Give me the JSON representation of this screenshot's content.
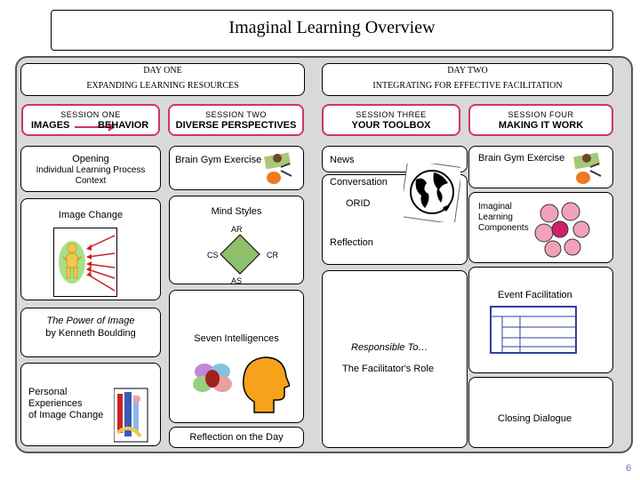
{
  "title": "Imaginal Learning Overview",
  "day_one": {
    "label": "DAY ONE",
    "subtitle": "EXPANDING LEARNING RESOURCES"
  },
  "day_two": {
    "label": "DAY TWO",
    "subtitle": "INTEGRATING FOR EFFECTIVE FACILITATION"
  },
  "sessions": [
    {
      "label": "SESSION ONE",
      "title_left": "IMAGES",
      "title_right": "BEHAVIOR"
    },
    {
      "label": "SESSION TWO",
      "title": "DIVERSE PERSPECTIVES"
    },
    {
      "label": "SESSION THREE",
      "title": "YOUR TOOLBOX"
    },
    {
      "label": "SESSION FOUR",
      "title": "MAKING IT WORK"
    }
  ],
  "col1": {
    "opening": {
      "line1": "Opening",
      "line2": "Individual Learning Process",
      "line3": "Context"
    },
    "image_change": "Image Change",
    "power_of_image": {
      "line1": "The Power of Image",
      "line2": "by  Kenneth Boulding"
    },
    "personal": {
      "line1": "Personal",
      "line2": "Experiences",
      "line3": "of Image Change"
    }
  },
  "col2": {
    "brain_gym": "Brain Gym Exercise",
    "mind_styles": "Mind Styles",
    "quadrant": {
      "top": "AR",
      "left": "CS",
      "right": "CR",
      "bottom": "AS"
    },
    "seven_intelligences": "Seven Intelligences",
    "reflection_day": "Reflection on the Day"
  },
  "col3": {
    "news": "News",
    "conversation": "Conversation",
    "orid": "ORID",
    "reflection": "Reflection",
    "responsible": "Responsible To…",
    "facilitators_role": "The Facilitator's Role"
  },
  "col4": {
    "brain_gym": "Brain Gym Exercise",
    "imaginal": {
      "line1": "Imaginal",
      "line2": "Learning",
      "line3": "Components"
    },
    "event_facilitation": "Event Facilitation",
    "closing": "Closing Dialogue"
  },
  "page_number": "6",
  "colors": {
    "session_border": "#cc3377",
    "frame": "#555555",
    "panel_bg": "#d9d9d9",
    "page_number": "#5b7fb5"
  }
}
